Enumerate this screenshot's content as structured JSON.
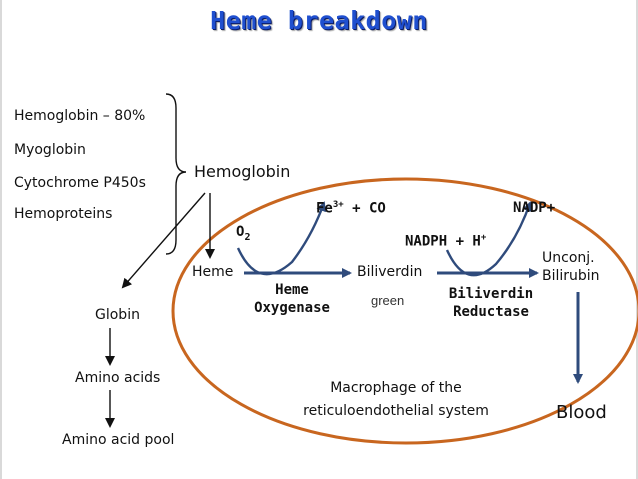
{
  "title": "Heme breakdown",
  "sources": {
    "items": [
      "Hemoglobin – 80%",
      "Myoglobin",
      "Cytochrome P450s",
      "Hemoproteins"
    ],
    "group_label": "Hemoglobin"
  },
  "left_path": {
    "globin": "Globin",
    "amino_acids": "Amino acids",
    "amino_acid_pool": "Amino acid pool"
  },
  "pathway": {
    "heme": "Heme",
    "o2": "O",
    "o2_sub": "2",
    "fe_part1": "Fe",
    "fe_sup": "3+",
    "fe_part2": " + CO",
    "enzyme1_line1": "Heme",
    "enzyme1_line2": "Oxygenase",
    "biliverdin": "Biliverdin",
    "green_note": "green",
    "nadph_part1": "NADPH + H",
    "nadph_sup": "+",
    "nadp": "NADP+",
    "enzyme2_line1": "Biliverdin",
    "enzyme2_line2": "Reductase",
    "unconj_line1": "Unconj.",
    "unconj_line2": "Bilirubin",
    "blood": "Blood"
  },
  "region_label": {
    "line1": "Macrophage of the",
    "line2": "reticuloendothelial system"
  },
  "colors": {
    "title": "#1f4fcf",
    "arrow_fill": "#2f4b7c",
    "ellipse_stroke": "#c8661f",
    "blood_fill": "#ffffff"
  }
}
